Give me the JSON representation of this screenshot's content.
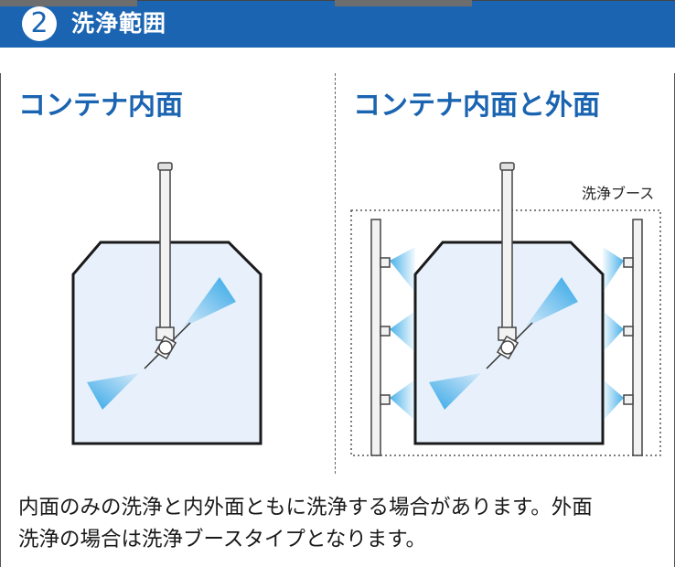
{
  "header": {
    "number": "2",
    "title": "洗浄範囲",
    "bg_color": "#1a64b1"
  },
  "panels": [
    {
      "title": "コンテナ内面"
    },
    {
      "title": "コンテナ内面と外面",
      "booth_label": "洗浄ブース"
    }
  ],
  "description": {
    "line1": "内面のみの洗浄と内外面ともに洗浄する場合があります。外面",
    "line2": "洗浄の場合は洗浄ブースタイプとなります。"
  },
  "colors": {
    "accent": "#1a64b1",
    "container_fill": "#e8f1fb",
    "spray": "#29a3e6"
  }
}
